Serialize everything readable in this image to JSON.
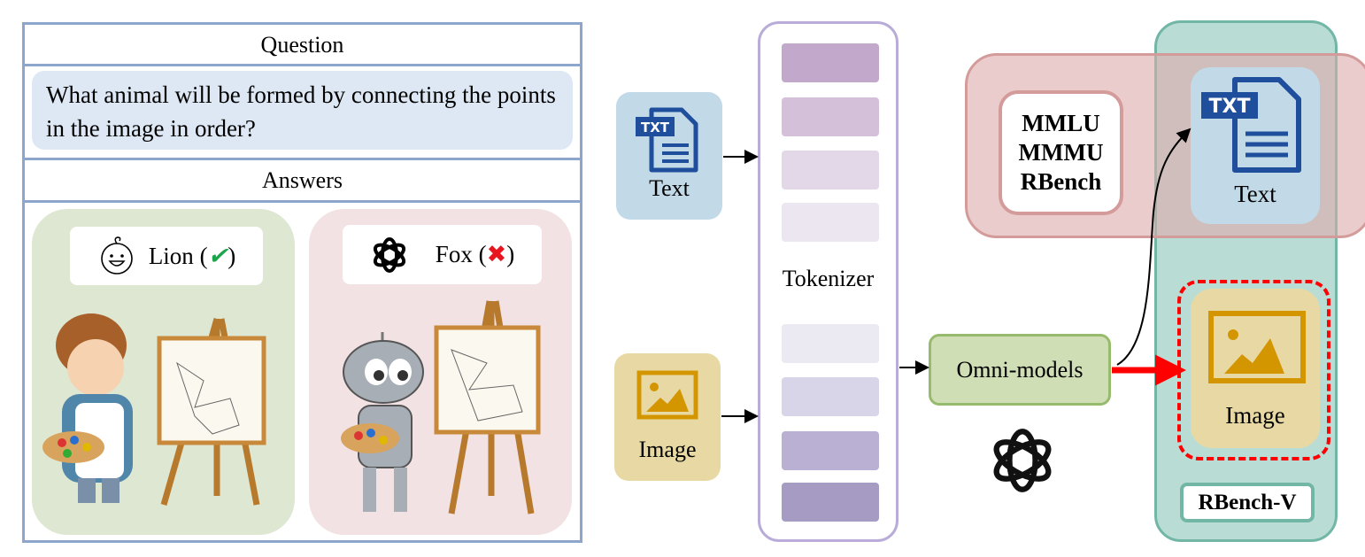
{
  "question_panel": {
    "question_header": "Question",
    "question_text": "What animal will be formed by connecting the points in the image in order?",
    "answers_header": "Answers",
    "answers": [
      {
        "label": "Lion",
        "mark": "✔",
        "mark_color": "#1aa64a",
        "icon": "baby-face-icon",
        "correct": true
      },
      {
        "label": "Fox",
        "mark": "✖",
        "mark_color": "#e8141e",
        "icon": "openai-logo-icon",
        "correct": false
      }
    ]
  },
  "pipeline": {
    "text_input": {
      "label": "Text",
      "badge": "TXT"
    },
    "image_input": {
      "label": "Image"
    },
    "tokenizer_label": "Tokenizer",
    "model_label": "Omni-models",
    "benchmarks_text": [
      "MMLU",
      "MMMU",
      "RBench"
    ],
    "text_output": {
      "label": "Text",
      "badge": "TXT"
    },
    "image_output": {
      "label": "Image"
    },
    "benchmark_v": "RBench-V"
  },
  "colors": {
    "panel_border": "#8fa6cc",
    "question_fill": "#dde8f4",
    "correct_fill": "#dde7d2",
    "wrong_fill": "#f2e2e3",
    "text_fill": "#c2d9e8",
    "image_fill": "#e8d9a4",
    "model_fill": "#cfdeb5",
    "rbenchv_fill": "#b9ddd5",
    "rbench_fill": "#e9c6c6",
    "highlight": "#ff0000"
  }
}
